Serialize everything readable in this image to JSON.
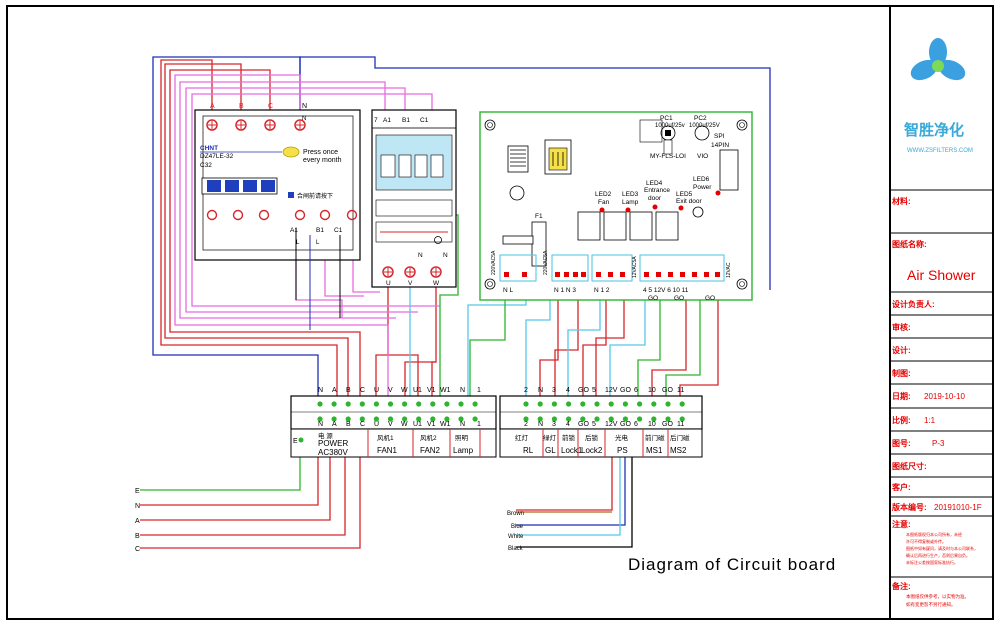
{
  "drawing": {
    "caption": "Diagram of Circuit board",
    "colors": {
      "frame": "#000000",
      "blue": "#1f2fb5",
      "red": "#d6262b",
      "pink": "#e86ce0",
      "cyan": "#56c8e8",
      "green": "#2db52d",
      "brown": "#b5651d",
      "title_red": "#e60000",
      "logo_text": "#39a9d8"
    }
  },
  "breaker": {
    "phase_labels": [
      "A",
      "B",
      "C",
      "N"
    ],
    "n_label": "N",
    "brand": "CHNT",
    "model": "DZ47LE-32",
    "rating": "C32",
    "test_note_line1": "Press once",
    "test_note_line2": "every month",
    "chinese_note": "合闸前请按下",
    "out_labels": [
      "A1",
      "B1",
      "C1"
    ],
    "out_sub": [
      "L",
      "L"
    ]
  },
  "contactor": {
    "top_labels": [
      "7",
      "A1",
      "B1",
      "C1"
    ],
    "coil_labels": [
      "N",
      "N"
    ],
    "bottom_labels": [
      "U",
      "V",
      "W"
    ]
  },
  "board": {
    "pc1": "PC1",
    "pc1_spec": "1000uf/25v",
    "pc2": "PC2",
    "pc2_spec": "1000uf/25V",
    "spi": "SPI",
    "spi_pins": "14PIN",
    "ic": "MY-FLS-LOI",
    "vio": "VIO",
    "f1": "F1",
    "led2_name": "LED2",
    "led2_fn": "Fan",
    "led3_name": "LED3",
    "led3_fn": "Lamp",
    "led4_name": "LED4",
    "led4_fn1": "Entrance",
    "led4_fn2": "door",
    "led5_name": "LED5",
    "led5_fn": "Exit door",
    "led6_name": "LED6",
    "led6_fn": "Power",
    "header1_pins": "N  L",
    "header2_pins": "N  1  N  3",
    "header3_pins": "N  1  2",
    "header4_pins": "4  5  12V 6  10  11",
    "header4_go1": "GO",
    "header4_go2": "GO",
    "header4_go3": "GO",
    "rot1": "220VAC5A",
    "rot2": "220VAC5A",
    "rot3": "12VAC5A",
    "rot4": "12VAC"
  },
  "terminal_left": {
    "top_labels": [
      "N",
      "A",
      "B",
      "C",
      "U",
      "V",
      "W",
      "U1",
      "V1",
      "W1",
      "N",
      "1"
    ],
    "bottom_labels": [
      "N",
      "A",
      "B",
      "C",
      "U",
      "V",
      "W",
      "U1",
      "V1",
      "W1",
      "N",
      "1"
    ],
    "e_label": "E",
    "groups": [
      {
        "cn": "电    源",
        "en": "POWER",
        "en2": "AC380V"
      },
      {
        "cn": "风机1",
        "en": "FAN1",
        "en2": ""
      },
      {
        "cn": "风机2",
        "en": "FAN2",
        "en2": ""
      },
      {
        "cn": "照明",
        "en": "Lamp",
        "en2": ""
      }
    ]
  },
  "terminal_right": {
    "top_labels": [
      "2",
      "N",
      "3",
      "4",
      "GO",
      "5",
      "12V",
      "GO",
      "6",
      "10",
      "GO",
      "11"
    ],
    "bottom_labels": [
      "2",
      "N",
      "3",
      "4",
      "GO",
      "5",
      "12V",
      "GO",
      "6",
      "10",
      "GO",
      "11"
    ],
    "groups": [
      {
        "cn": "红灯",
        "en": "RL"
      },
      {
        "cn": "绿灯",
        "en": "GL"
      },
      {
        "cn": "前锁",
        "en": "Lock1"
      },
      {
        "cn": "后锁",
        "en": "Lock2"
      },
      {
        "cn": "光电",
        "en": "PS"
      },
      {
        "cn": "前门磁",
        "en": "MS1"
      },
      {
        "cn": "后门磁",
        "en": "MS2"
      }
    ]
  },
  "supply_labels": [
    "E",
    "N",
    "A",
    "B",
    "C"
  ],
  "sensor_labels": [
    "Brown",
    "Blue",
    "White",
    "Black"
  ],
  "title_block": {
    "company": "智胜净化",
    "website": "WWW.ZSFILTERS.COM",
    "material_label": "材料:",
    "drawing_name_label": "图纸名称:",
    "drawing_name": "Air Shower",
    "designer_label": "设计负责人:",
    "reviewer_label": "审核:",
    "design_label": "设计:",
    "drafter_label": "制图:",
    "date_label": "日期:",
    "date": "2019-10-10",
    "scale_label": "比例:",
    "scale": "1:1",
    "number_label": "图号:",
    "number": "P-3",
    "size_label": "图纸尺寸:",
    "customer_label": "客户:",
    "version_label": "版本编号:",
    "version": "20191010-1F",
    "notes_label": "注意:",
    "notes_lines": [
      "本图纸版权归本公司所有，未经",
      "许可不得复制或外传。",
      "图纸中如有疑问，请及时与本公司联系，",
      "确认后再进行生产，否则后果自负。",
      "未标注公差按国家标准执行。"
    ],
    "remark_label": "备注:",
    "remark_lines": [
      "本图纸仅供参考，以实物为准。",
      "如有变更恕不另行通知。"
    ]
  }
}
